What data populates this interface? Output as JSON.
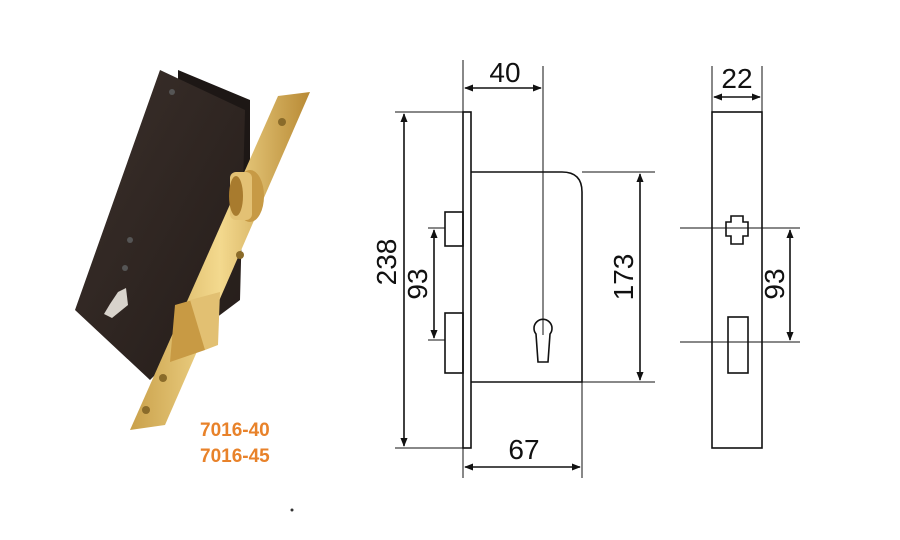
{
  "product": {
    "model_codes": [
      "7016-40",
      "7016-45"
    ],
    "code_color": "#e8822a"
  },
  "drawing": {
    "front_dimensions": {
      "backset": "40",
      "total_height": "238",
      "center_distance": "93",
      "case_height": "173",
      "case_width": "67"
    },
    "side_dimensions": {
      "thickness": "22",
      "center_distance": "93"
    }
  },
  "colors": {
    "line": "#111111",
    "lock_body": "#2e2522",
    "brass": "#d9b45a"
  }
}
